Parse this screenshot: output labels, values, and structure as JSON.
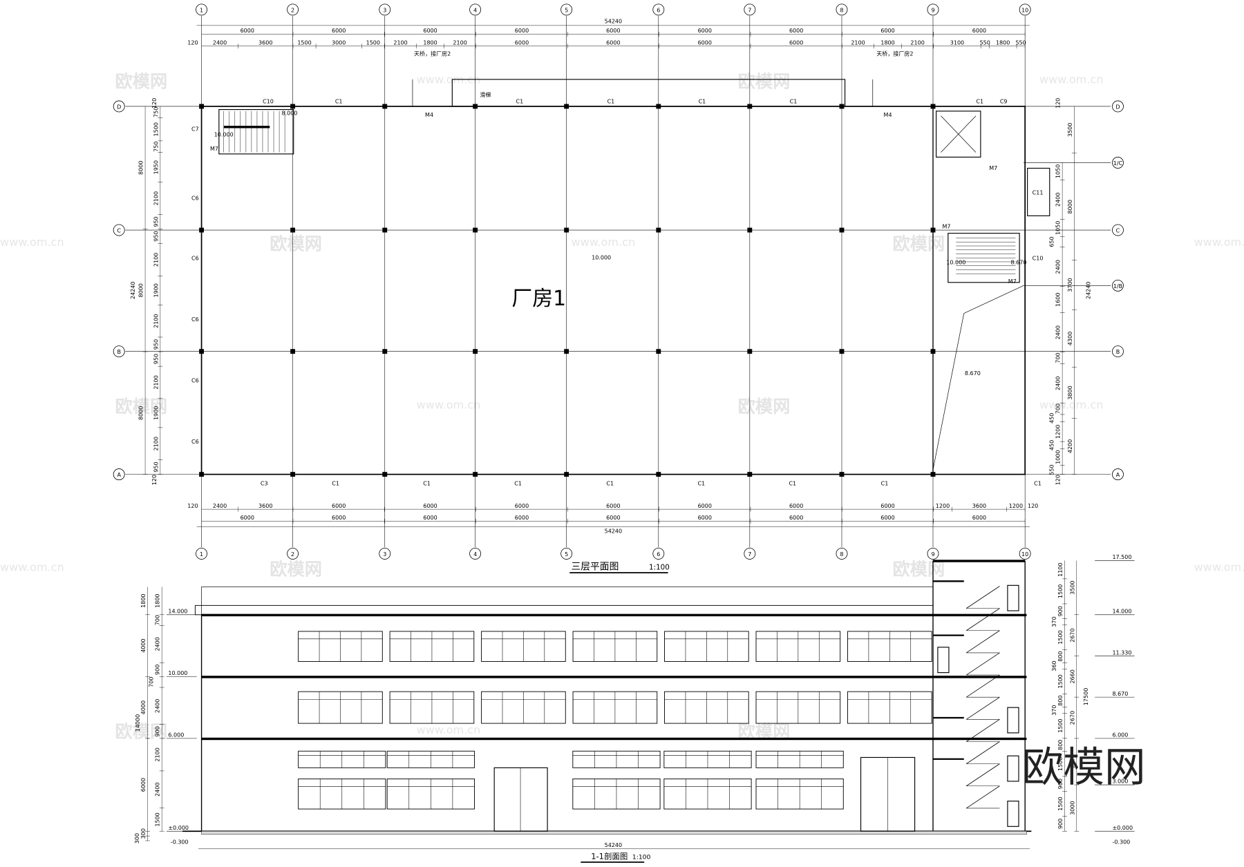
{
  "plan": {
    "title": "三层平面图",
    "scale": "1:100",
    "room": "厂房1",
    "column_axes": [
      "1",
      "2",
      "3",
      "4",
      "5",
      "6",
      "7",
      "8",
      "9",
      "10"
    ],
    "row_axes": [
      "D",
      "1/C",
      "C",
      "1/B",
      "B",
      "A"
    ],
    "floor_level": "10.000",
    "stair_levels": [
      "8.000",
      "10.000",
      "10.000",
      "8.670",
      "8.670"
    ],
    "slide_label": "滑梯",
    "bridge_labels": [
      "天桥，接厂房2",
      "天桥，接厂房2"
    ],
    "dims_top_total": "54240",
    "dims_top_axis": [
      "6000",
      "6000",
      "6000",
      "6000",
      "6000",
      "6000",
      "6000",
      "6000",
      "6000"
    ],
    "dims_top_detail": [
      "2400",
      "3600",
      "1500",
      "3000",
      "1500",
      "2100",
      "1800",
      "2100",
      "6000",
      "6000",
      "6000",
      "6000",
      "2100",
      "1800",
      "2100",
      "3100",
      "550",
      "1800",
      "550"
    ],
    "dims_bottom_detail": [
      "2400",
      "3600",
      "6000",
      "6000",
      "6000",
      "6000",
      "6000",
      "6000",
      "6000",
      "1200",
      "3600",
      "1200"
    ],
    "dims_bottom_axis": [
      "6000",
      "6000",
      "6000",
      "6000",
      "6000",
      "6000",
      "6000",
      "6000",
      "6000"
    ],
    "dims_bottom_total": "54240",
    "wall_offset": "120",
    "dims_left_axis": [
      "8000",
      "8000",
      "8000"
    ],
    "dims_left_total": "24240",
    "dims_left_detail": [
      "750",
      "1500",
      "750",
      "1950",
      "2100",
      "950",
      "950",
      "2100",
      "1900",
      "2100",
      "950",
      "950",
      "2100",
      "1900",
      "2100",
      "950"
    ],
    "dims_right_axis": [
      "3500",
      "8000",
      "3700",
      "4300",
      "3800",
      "4200"
    ],
    "dims_right_total": "24240",
    "dims_right_detail": [
      "1050",
      "2400",
      "1050",
      "650",
      "2400",
      "1600",
      "2400",
      "700",
      "2400",
      "700",
      "450",
      "1200",
      "450",
      "1000",
      "550"
    ],
    "windows_top": [
      "C10",
      "C1",
      "C1",
      "C1",
      "C1",
      "C1",
      "C1",
      "C9"
    ],
    "windows_bottom": [
      "C3",
      "C1",
      "C1",
      "C1",
      "C1",
      "C1",
      "C1",
      "C1",
      "C1"
    ],
    "windows_left": [
      "C7",
      "C6",
      "C6",
      "C6",
      "C6",
      "C6"
    ],
    "windows_right": [
      "C11",
      "C10"
    ],
    "doors": [
      "M4",
      "M4",
      "M7",
      "M7",
      "M7",
      "M7"
    ]
  },
  "section": {
    "title": "1-1剖面图",
    "scale": "1:100",
    "total": "54240",
    "levels_left": [
      "14.000",
      "10.000",
      "6.000",
      "±0.000",
      "-0.300"
    ],
    "levels_right": [
      "17.500",
      "14.000",
      "11.330",
      "8.670",
      "6.000",
      "3.000",
      "±0.000",
      "-0.300"
    ],
    "dims_left_outer": [
      "1800",
      "4000",
      "4000",
      "6000"
    ],
    "dims_left_total": "14000",
    "dims_left_inner": [
      "1800",
      "700",
      "2400",
      "900",
      "700",
      "2400",
      "900",
      "2100",
      "2400",
      "1500"
    ],
    "dims_bottom": [
      "300",
      "300"
    ],
    "dims_right_inner": [
      "1100",
      "1500",
      "900",
      "370",
      "1500",
      "800",
      "360",
      "1500",
      "800",
      "370",
      "1500",
      "800",
      "1500",
      "900",
      "1500",
      "900"
    ],
    "dims_right_mid": [
      "3500",
      "2670",
      "2660",
      "2670",
      "3000",
      "3000"
    ],
    "dims_right_total": "17500"
  },
  "watermark": {
    "brand": "欧模网",
    "site": "www.om.cn"
  }
}
